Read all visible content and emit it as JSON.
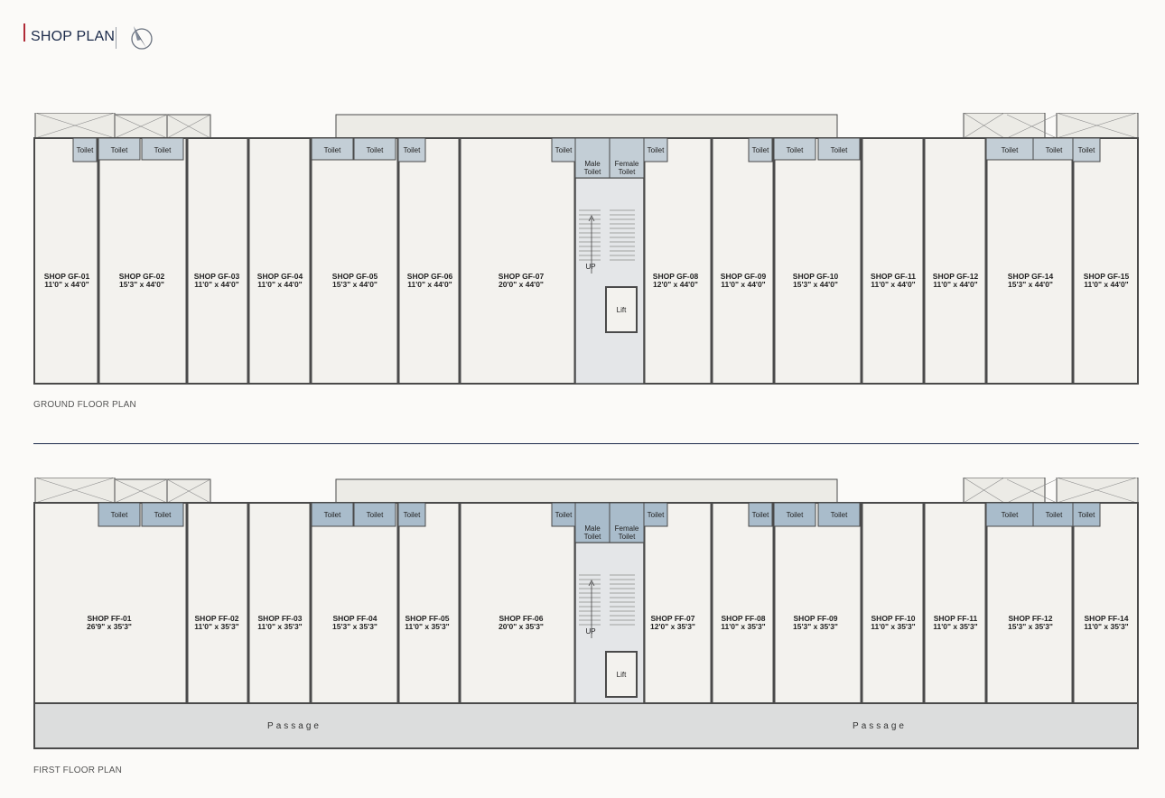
{
  "header": {
    "title": "SHOP PLAN",
    "logo_icon": "compass-north-icon"
  },
  "colors": {
    "wall": "#4a4a4a",
    "floor": "#f3f2ee",
    "toilet": "#a9bccb",
    "accent": "#b02a37",
    "navy": "#1b2a4a"
  },
  "ground_floor": {
    "caption": "GROUND FLOOR PLAN",
    "shops": [
      {
        "name": "SHOP GF-01",
        "size": "11'0\" x 44'0\""
      },
      {
        "name": "SHOP GF-02",
        "size": "15'3\" x 44'0\""
      },
      {
        "name": "SHOP GF-03",
        "size": "11'0\" x 44'0\""
      },
      {
        "name": "SHOP GF-04",
        "size": "11'0\" x 44'0\""
      },
      {
        "name": "SHOP GF-05",
        "size": "15'3\" x 44'0\""
      },
      {
        "name": "SHOP GF-06",
        "size": "11'0\" x 44'0\""
      },
      {
        "name": "SHOP GF-07",
        "size": "20'0\" x 44'0\""
      },
      {
        "name": "SHOP GF-08",
        "size": "12'0\" x 44'0\""
      },
      {
        "name": "SHOP GF-09",
        "size": "11'0\" x 44'0\""
      },
      {
        "name": "SHOP GF-10",
        "size": "15'3\" x 44'0\""
      },
      {
        "name": "SHOP GF-11",
        "size": "11'0\" x 44'0\""
      },
      {
        "name": "SHOP GF-12",
        "size": "11'0\" x 44'0\""
      },
      {
        "name": "SHOP GF-14",
        "size": "15'3\" x 44'0\""
      },
      {
        "name": "SHOP GF-15",
        "size": "11'0\" x 44'0\""
      }
    ],
    "toilet_label": "Toilet",
    "male_toilet": [
      "Male",
      "Toilet"
    ],
    "female_toilet": [
      "Female",
      "Toilet"
    ],
    "up_label": "UP",
    "lift_label": "Lift"
  },
  "first_floor": {
    "caption": "FIRST FLOOR PLAN",
    "shops": [
      {
        "name": "SHOP FF-01",
        "size": "26'9\" x 35'3\""
      },
      {
        "name": "SHOP FF-02",
        "size": "11'0\" x 35'3\""
      },
      {
        "name": "SHOP FF-03",
        "size": "11'0\" x 35'3\""
      },
      {
        "name": "SHOP FF-04",
        "size": "15'3\" x 35'3\""
      },
      {
        "name": "SHOP FF-05",
        "size": "11'0\" x 35'3\""
      },
      {
        "name": "SHOP FF-06",
        "size": "20'0\" x 35'3\""
      },
      {
        "name": "SHOP FF-07",
        "size": "12'0\" x 35'3\""
      },
      {
        "name": "SHOP FF-08",
        "size": "11'0\" x 35'3\""
      },
      {
        "name": "SHOP FF-09",
        "size": "15'3\" x 35'3\""
      },
      {
        "name": "SHOP FF-10",
        "size": "11'0\" x 35'3\""
      },
      {
        "name": "SHOP FF-11",
        "size": "11'0\" x 35'3\""
      },
      {
        "name": "SHOP FF-12",
        "size": "15'3\" x 35'3\""
      },
      {
        "name": "SHOP FF-14",
        "size": "11'0\" x 35'3\""
      }
    ],
    "toilet_label": "Toilet",
    "male_toilet": [
      "Male",
      "Toilet"
    ],
    "female_toilet": [
      "Female",
      "Toilet"
    ],
    "up_label": "UP",
    "lift_label": "Lift",
    "passage_labels": [
      "Passage",
      "Passage"
    ]
  }
}
